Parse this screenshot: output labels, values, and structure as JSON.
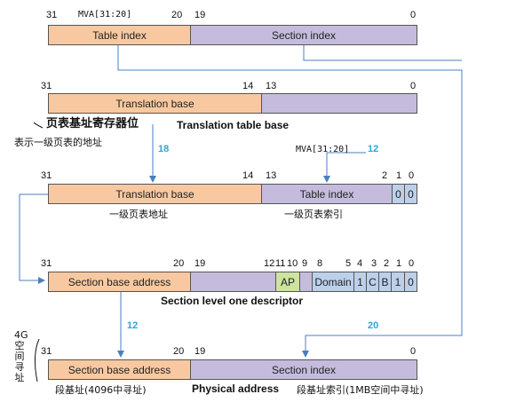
{
  "row1": {
    "bit31": "31",
    "bit20": "20",
    "bit19": "19",
    "bit0": "0",
    "mva": "MVA[31:20]",
    "table_index": "Table index",
    "section_index": "Section index"
  },
  "row2": {
    "bit31": "31",
    "bit14": "14",
    "bit13": "13",
    "bit0": "0",
    "translation_base": "Translation base",
    "caption": "Translation table base",
    "cn_title": "页表基址寄存器位",
    "cn_desc": "表示一级页表的地址"
  },
  "row3": {
    "bit31": "31",
    "bit14": "14",
    "bit13": "13",
    "bit2": "2",
    "bit1": "1",
    "bit0": "0",
    "mva": "MVA[31:20]",
    "num12": "12",
    "num18": "18",
    "translation_base": "Translation base",
    "table_index": "Table index",
    "zero_a": "0",
    "zero_b": "0",
    "cn_left": "一级页表地址",
    "cn_right": "一级页表索引"
  },
  "row4": {
    "bit31": "31",
    "bit20": "20",
    "bit19": "19",
    "bit12": "12",
    "bit11": "11",
    "bit10": "10",
    "bit9": "9",
    "bit8": "8",
    "bit5": "5",
    "bit4": "4",
    "bit3": "3",
    "bit2": "2",
    "bit1": "1",
    "bit0": "0",
    "section_base": "Section base address",
    "ap": "AP",
    "domain": "Domain",
    "f1": "1",
    "fc": "C",
    "fb": "B",
    "f1b": "1",
    "f0": "0",
    "caption": "Section level one descriptor"
  },
  "row5": {
    "bit31": "31",
    "bit20": "20",
    "bit19": "19",
    "bit0": "0",
    "num12": "12",
    "num20": "20",
    "section_base": "Section base address",
    "section_index": "Section index",
    "caption": "Physical address",
    "cn_left": "段基址(4096中寻址)",
    "cn_right": "段基址索引(1MB空间中寻址)",
    "side_note": "4G空间寻址"
  },
  "colors": {
    "orange": "#f8c9a1",
    "purple": "#c5bcdd",
    "blue": "#bcd0ea",
    "green": "#cde3a0",
    "accent": "#2aa6d8",
    "line": "#4a7fc0"
  }
}
